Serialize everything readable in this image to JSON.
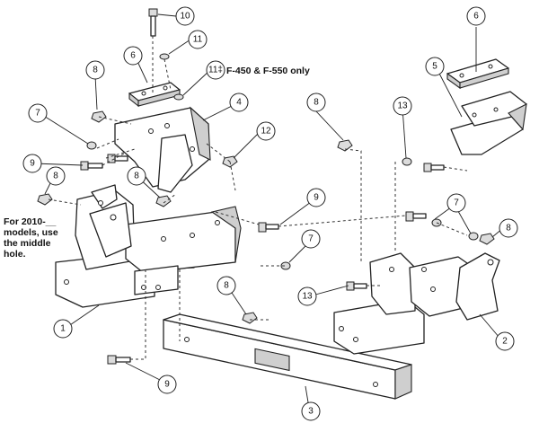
{
  "callouts": {
    "c1": "1",
    "c2": "2",
    "c3": "3",
    "c4": "4",
    "c5": "5",
    "c6a": "6",
    "c6b": "6",
    "c7a": "7",
    "c7b": "7",
    "c7c": "7",
    "c8a": "8",
    "c8b": "8",
    "c8c": "8",
    "c8d": "8",
    "c8e": "8",
    "c8f": "8",
    "c9a": "9",
    "c9b": "9",
    "c9c": "9",
    "c10": "10",
    "c11": "11",
    "c11b": "11‡",
    "c12": "12",
    "c13a": "13",
    "c13b": "13"
  },
  "notes": {
    "f_series": "F-450 & F-550 only",
    "note_line1": "For 2010-__",
    "note_line2": "models, use",
    "note_line3": "the middle",
    "note_line4": "hole."
  }
}
